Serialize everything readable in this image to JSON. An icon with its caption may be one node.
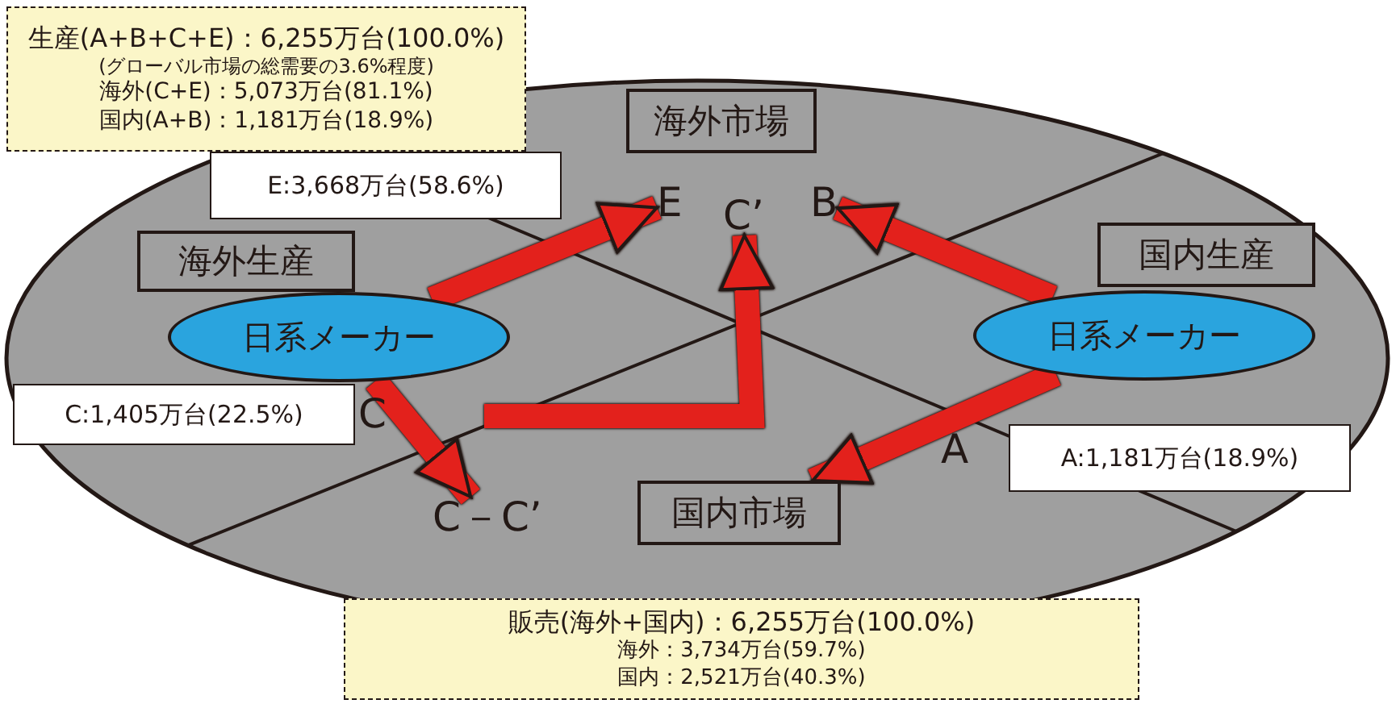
{
  "diagram": {
    "nodes": [
      {
        "text": [
          "生産(A+B+C+E)：6,255万台(100.0%)",
          "(グローバル市場の総需要の3.6%程度)",
          "海外(C+E)：5,073万台(81.1%)",
          "国内(A+B)：1,181万台(18.9%)"
        ]
      },
      {
        "text": [
          "海外市場"
        ]
      },
      {
        "text": [
          "E:3,668万台(58.6%)"
        ]
      },
      {
        "text": [
          "海外生産"
        ]
      },
      {
        "text": [
          "国内生産"
        ]
      },
      {
        "text": [
          "日系メーカー"
        ]
      },
      {
        "text": [
          "日系メーカー"
        ]
      },
      {
        "text": [
          "E"
        ]
      },
      {
        "text": [
          "C’"
        ]
      },
      {
        "text": [
          "B"
        ]
      },
      {
        "text": [
          "C:1,405万台(22.5%)"
        ]
      },
      {
        "text": [
          "C－C’"
        ]
      },
      {
        "text": [
          "A:1,181万台(18.9%)"
        ]
      },
      {
        "text": [
          "国内市場"
        ]
      },
      {
        "text": [
          "販売(海外+国内)：6,255万台(100.0%)",
          "海外：3,734万台(59.7%)",
          "国内：2,521万台(40.3%)"
        ]
      }
    ],
    "edges": [
      {
        "from": 5,
        "to": 7,
        "arrow": "to"
      },
      {
        "from": null,
        "to": 8,
        "arrow": "to"
      },
      {
        "from": 6,
        "to": 9,
        "arrow": "to"
      },
      {
        "from": 6,
        "to": 13,
        "arrow": "to"
      },
      {
        "from": 5,
        "to": 11,
        "arrow": "to"
      }
    ],
    "labels": [
      "C",
      "A"
    ]
  }
}
